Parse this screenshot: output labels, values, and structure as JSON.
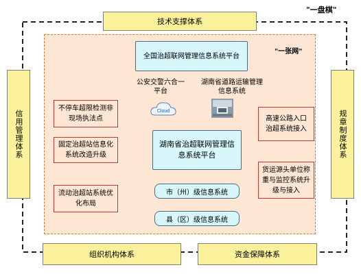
{
  "outer_label": "\"一盘棋\"",
  "inner_label": "\"一张网\"",
  "support": {
    "top": "技术支撑体系",
    "left": "信用管理体系",
    "right": "规章制度体系",
    "bottom_left": "组织机构体系",
    "bottom_right": "资金保障体系"
  },
  "national_platform": "全国治超联网管理信息系统平台",
  "police_platform": "公安交警六合一平台",
  "transport_system": "湖南省道路运输管理信息系统",
  "cloud_label": "Cloud",
  "central_platform": "湖南省治超联网管理信息系统平台",
  "left_boxes": [
    "不停车超限检测非现场执法点",
    "固定治超站信息化系统改造升级",
    "流动治超站系统优化布局"
  ],
  "right_boxes": [
    "高速公路入口治超系统接入",
    "货运源头单位称重与监控系统升级与接入"
  ],
  "city_system": "市（州）级信息系统",
  "county_system": "县（区）级信息系统"
}
